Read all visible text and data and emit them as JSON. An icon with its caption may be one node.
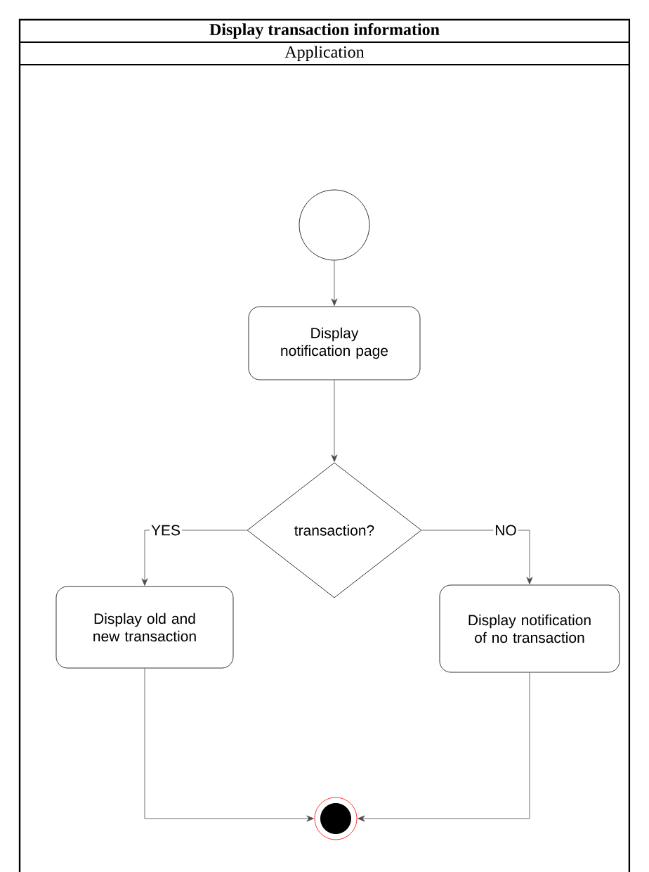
{
  "diagram": {
    "nodes": [
      {
        "text": [
          "Display transaction information",
          "Application"
        ]
      },
      {
        "text": [],
        "shape": "circle",
        "in": 0
      },
      {
        "text": [
          "Display notification page"
        ],
        "in": 0
      },
      {
        "text": [
          "transaction?"
        ],
        "in": 0
      },
      {
        "text": [
          "Display old and new transaction"
        ],
        "in": 0
      },
      {
        "text": [
          "Display notification of no transaction"
        ],
        "in": 0
      },
      {
        "text": [],
        "shape": "bullseye",
        "in": 0
      }
    ],
    "edges": [
      {
        "from": 1,
        "to": 2,
        "arrow": "to"
      },
      {
        "from": 2,
        "to": 3,
        "arrow": "to"
      },
      {
        "from": 3,
        "to": 4,
        "arrow": "to",
        "label": "YES"
      },
      {
        "from": 3,
        "to": 5,
        "arrow": "to",
        "label": "NO"
      },
      {
        "from": 4,
        "to": 6,
        "arrow": "to"
      },
      {
        "from": 5,
        "to": 6,
        "arrow": "to"
      }
    ]
  }
}
